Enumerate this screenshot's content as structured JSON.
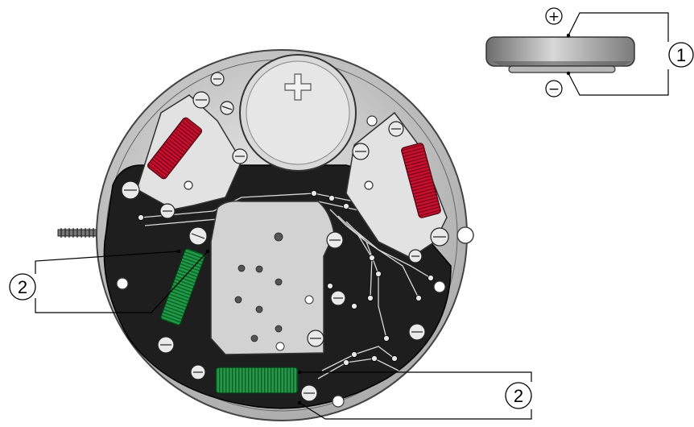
{
  "battery": {
    "plus_symbol": "+",
    "minus_symbol": "−"
  },
  "callouts": {
    "battery_label": "1",
    "coil_label_left": "2",
    "coil_label_bottom": "2"
  },
  "colors": {
    "background": "#ffffff",
    "movement_plate": "#dcdcdc",
    "movement_rim": "#7f7f7f",
    "circuit_board": "#1e1e1e",
    "coil_red": "#c8102e",
    "coil_green": "#1f9a45",
    "battery_gray": "#9a9a9a",
    "bridge_light": "#e6e6e6"
  }
}
